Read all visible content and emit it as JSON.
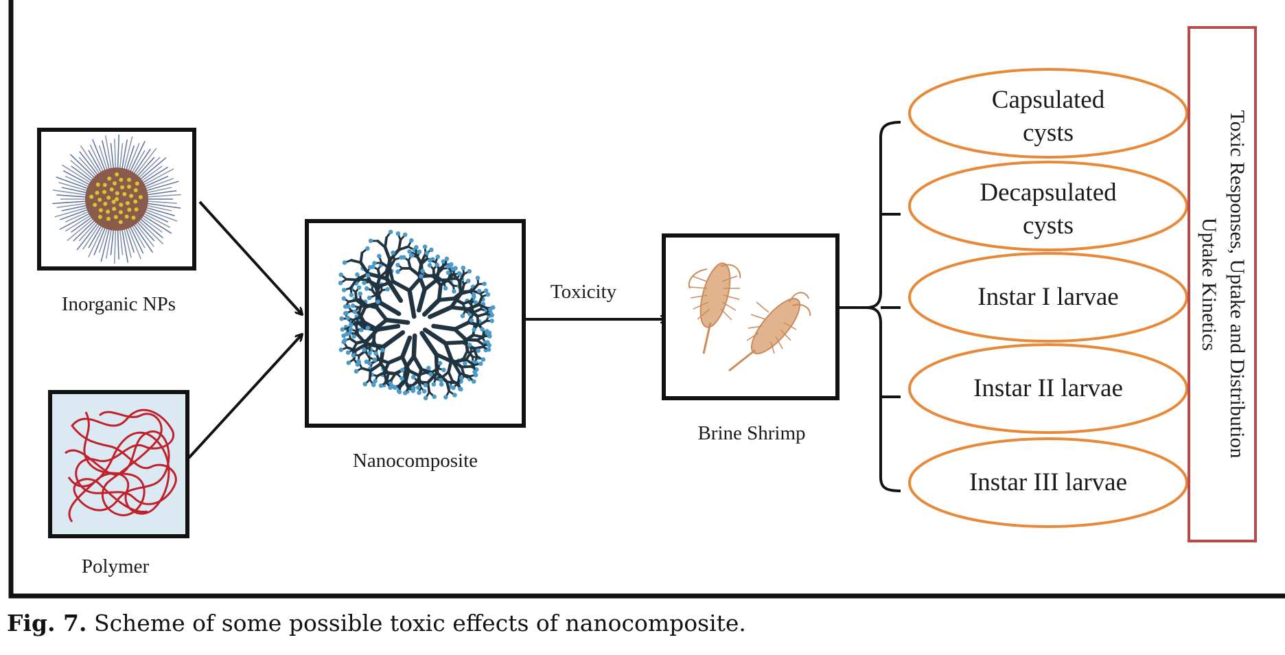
{
  "diagram": {
    "nodes": {
      "inorganic_nps": "Inorganic NPs",
      "polymer": "Polymer",
      "nanocomposite": "Nanocomposite",
      "brine_shrimp": "Brine Shrimp"
    },
    "edge_label": "Toxicity",
    "stages": [
      {
        "line1": "Capsulated",
        "line2": "cysts"
      },
      {
        "line1": "Decapsulated",
        "line2": "cysts"
      },
      {
        "line1": "Instar I larvae",
        "line2": ""
      },
      {
        "line1": "Instar II larvae",
        "line2": ""
      },
      {
        "line1": "Instar III larvae",
        "line2": ""
      }
    ],
    "side_box": {
      "line1": "Toxic Responses, Uptake and Distribution",
      "line2": "Uptake Kinetics"
    }
  },
  "caption": {
    "prefix": "Fig. 7.",
    "text": " Scheme of some possible toxic effects of nanocomposite."
  },
  "colors": {
    "ellipse_stroke": "#e8893a",
    "side_box_stroke": "#b84a4a",
    "polymer_bg": "#dbe9f3",
    "polymer_strand": "#c0202a",
    "nano_dark": "#1f3340",
    "nano_dot": "#4a9bc7",
    "shrimp": "#c98a5c"
  }
}
